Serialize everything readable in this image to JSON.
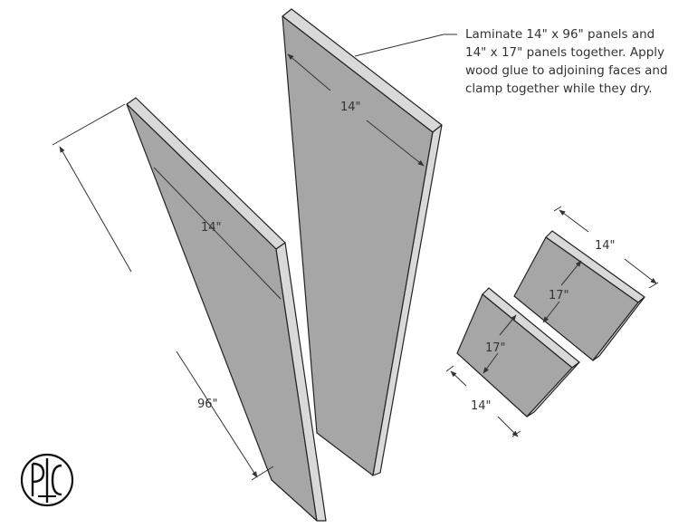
{
  "note": {
    "lines": [
      "Laminate 14\" x 96\" panels and",
      "14\" x 17\" panels together. Apply",
      "wood glue to adjoining faces and",
      "clamp together while they dry."
    ]
  },
  "dimensions": {
    "left_panel_width": "14\"",
    "left_panel_length": "96\"",
    "center_panel_width": "14\"",
    "upper_small_width": "14\"",
    "upper_small_height": "17\"",
    "lower_small_width": "14\"",
    "lower_small_height": "17\""
  },
  "colors": {
    "panel_face": "#a6a6a6",
    "panel_edge": "#d9d9d9",
    "line": "#333333"
  },
  "logo": {
    "mark": "PDC monogram"
  }
}
